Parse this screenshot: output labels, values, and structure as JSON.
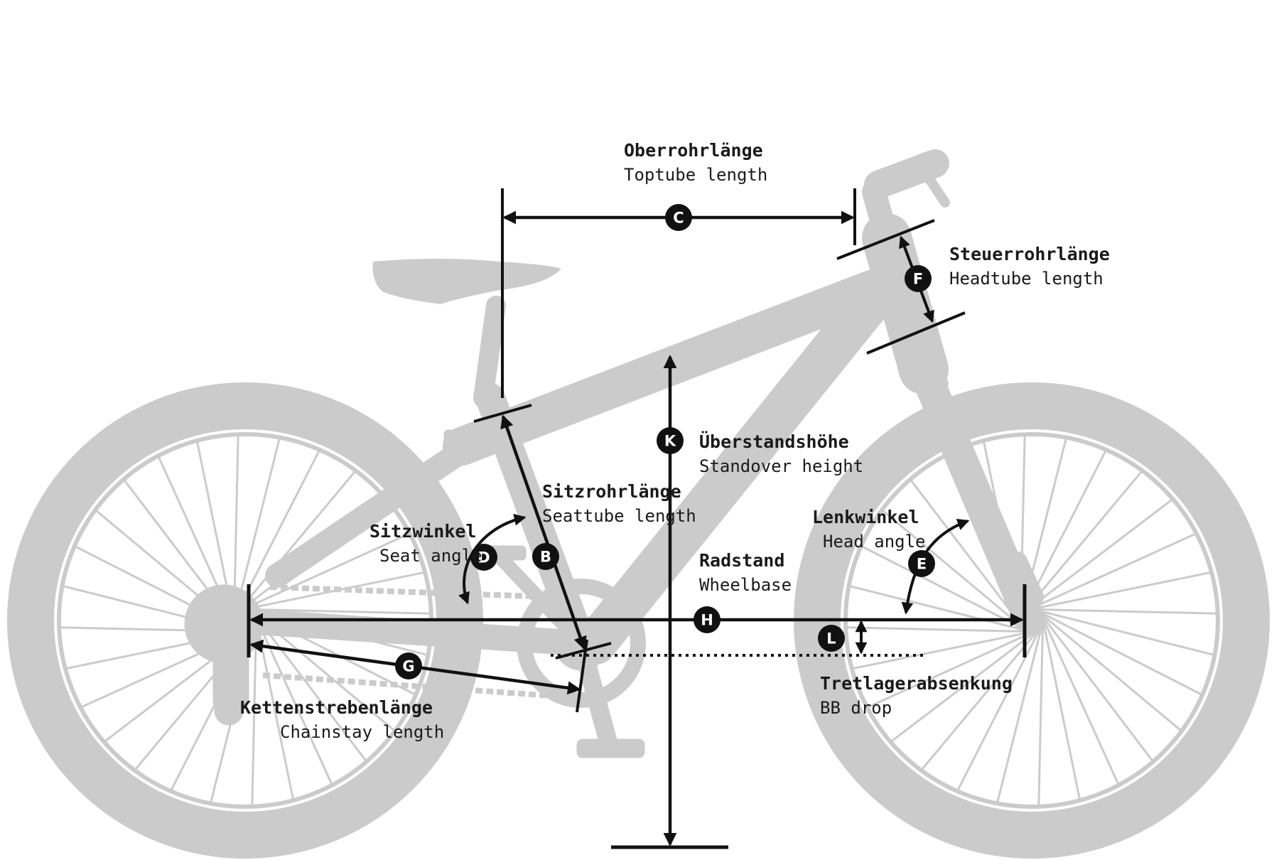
{
  "colors": {
    "bike": "#cbcbcb",
    "ink": "#111111",
    "background": "#ffffff"
  },
  "measurements": {
    "toptube": {
      "letter": "C",
      "label_de": "Oberrohrlänge",
      "label_en": "Toptube length"
    },
    "headtube": {
      "letter": "F",
      "label_de": "Steuerrohrlänge",
      "label_en": "Headtube length"
    },
    "standover": {
      "letter": "K",
      "label_de": "Überstandshöhe",
      "label_en": "Standover height"
    },
    "seattube": {
      "letter": "B",
      "label_de": "Sitzrohrlänge",
      "label_en": "Seattube length"
    },
    "seatangle": {
      "letter": "D",
      "label_de": "Sitzwinkel",
      "label_en": "Seat angle"
    },
    "headangle": {
      "letter": "E",
      "label_de": "Lenkwinkel",
      "label_en": "Head angle"
    },
    "wheelbase": {
      "letter": "H",
      "label_de": "Radstand",
      "label_en": "Wheelbase"
    },
    "bbdrop": {
      "letter": "L",
      "label_de": "Tretlagerabsenkung",
      "label_en": "BB drop"
    },
    "chainstay": {
      "letter": "G",
      "label_de": "Kettenstrebenlänge",
      "label_en": "Chainstay length"
    }
  }
}
